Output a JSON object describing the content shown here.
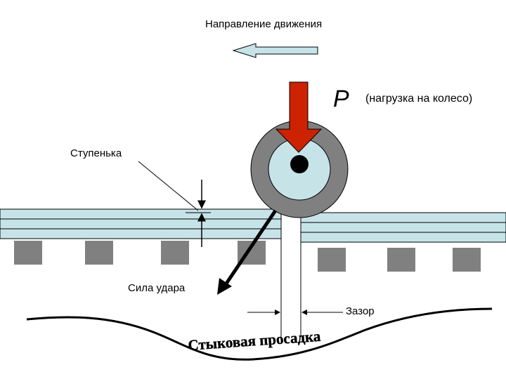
{
  "labels": {
    "direction": "Направление движения",
    "load_symbol": "P",
    "load_note": "(нагрузка на колесо)",
    "step": "Ступенька",
    "impact_force": "Сила удара",
    "gap": "Зазор",
    "joint_sag": "Стыковая просадка"
  },
  "colors": {
    "rail": "#c6e3e8",
    "sleeper": "#808080",
    "wheel_tyre": "#808080",
    "wheel_hub": "#c6e3e8",
    "load_arrow": "#cc2200",
    "direction_arrow": "#c6e3e8",
    "ink": "#000000"
  },
  "icons": {
    "direction": "left-arrow-icon",
    "load": "down-arrow-icon",
    "impact": "diagonal-arrow-icon"
  }
}
